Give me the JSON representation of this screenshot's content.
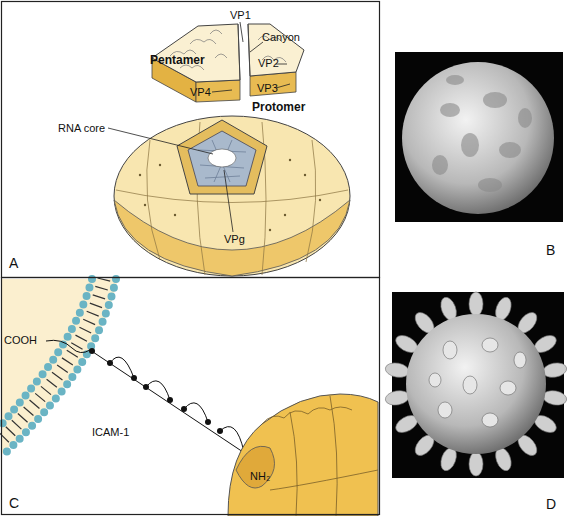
{
  "diagram": {
    "nodes": [
      {
        "text": [
          "A"
        ]
      },
      {
        "text": [
          "B"
        ]
      },
      {
        "text": [
          "C"
        ]
      },
      {
        "text": [
          "D"
        ]
      }
    ],
    "labels": [
      "Pentamer",
      "VP1",
      "Canyon",
      "VP2",
      "VP3",
      "Protomer",
      "VP4",
      "RNA core",
      "VPg",
      "COOH",
      "ICAM-1",
      "NH₂"
    ]
  }
}
